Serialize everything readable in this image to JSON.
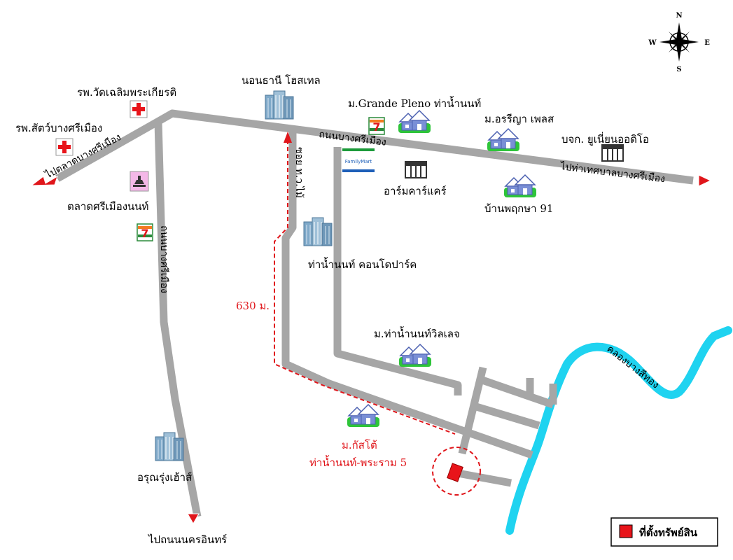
{
  "colors": {
    "road": "#a6a6a6",
    "river": "#1fd3f0",
    "route": "#e0161b",
    "property": "#e8141a",
    "house_roof": "#7a8fd6",
    "house_ground": "#2ec43a"
  },
  "compass": {
    "north": "N",
    "south": "S",
    "east": "E",
    "west": "W"
  },
  "roads": {
    "bangsrimuang_main": "ถนนบางศรีเมือง",
    "bangsrimuang_west": "ไปตลาดบางศรีเมือง",
    "bangsrimuang_vertical": "ถนนบางศรีเมือง",
    "soi_label": "ซอย ท.ว.ไม้",
    "river_name": "คลองบางสีทอง"
  },
  "directions": {
    "to_market": "ไปตลาดบางศรีเมือง",
    "to_municipality": "ไปท่าเทศบาลบางศรีเมือง",
    "to_nakhon_in": "ไปถนนนครอินทร์"
  },
  "places": {
    "hospital_1": "รพ.วัดเฉลิมพระเกียรติ",
    "hospital_2": "รพ.สัตว์บางศรีเมือง",
    "hotel": "นอนธานี โฮสเทล",
    "grande_pleno": "ม.Grande Pleno ท่าน้ำนนท์",
    "arreeya": "ม.อรรีญา เพลส",
    "company": "บจก. ยูเนี่ยนออดิโอ",
    "market": "ตลาดศรีเมืองนนท์",
    "armcarcare": "อาร์มคาร์แคร์",
    "baan_pruksa": "บ้านพฤกษา 91",
    "condo": "ท่าน้ำนนท์ คอนโดปาร์ค",
    "village": "ม.ท่าน้ำนนท์วิลเลจ",
    "aroon": "อรุณรุ่งเฮ้าส์",
    "kasa_line1": "ม.กัสโต้",
    "kasa_line2": "ท่าน้ำนนท์-พระราม 5",
    "familymart": "FamilyMart",
    "seven_eleven": "7"
  },
  "route": {
    "distance": "630 ม."
  },
  "legend": {
    "property": "ที่ตั้งทรัพย์สิน"
  }
}
